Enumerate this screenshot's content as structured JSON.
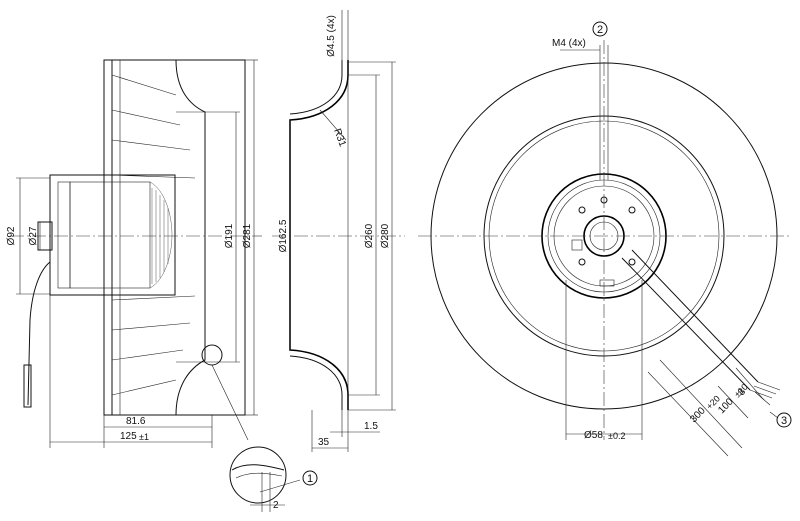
{
  "drawing": {
    "side_view": {
      "dia_hub": "Ø92",
      "dia_shaft": "Ø27",
      "dia_inner": "Ø191",
      "dia_outer": "Ø281",
      "len_816": "81.6",
      "len_125": "125",
      "len_125_tol": "±1",
      "len_2": "2",
      "callout_1": "1"
    },
    "section_view": {
      "hole": "Ø4.5 (4x)",
      "radius": "R31",
      "dia_1625": "Ø162.5",
      "dia_260": "Ø260",
      "dia_280": "Ø280",
      "len_35": "35",
      "len_15": "1.5"
    },
    "front_view": {
      "thread": "M4 (4x)",
      "callout_2": "2",
      "callout_3": "3",
      "dia_58": "Ø58",
      "dia_58_tol": "±0.2",
      "cable_len": "300",
      "cable_len_tol": "+20",
      "strip_len": "100",
      "strip_len_tol": "±10",
      "wire_len": "8"
    }
  }
}
